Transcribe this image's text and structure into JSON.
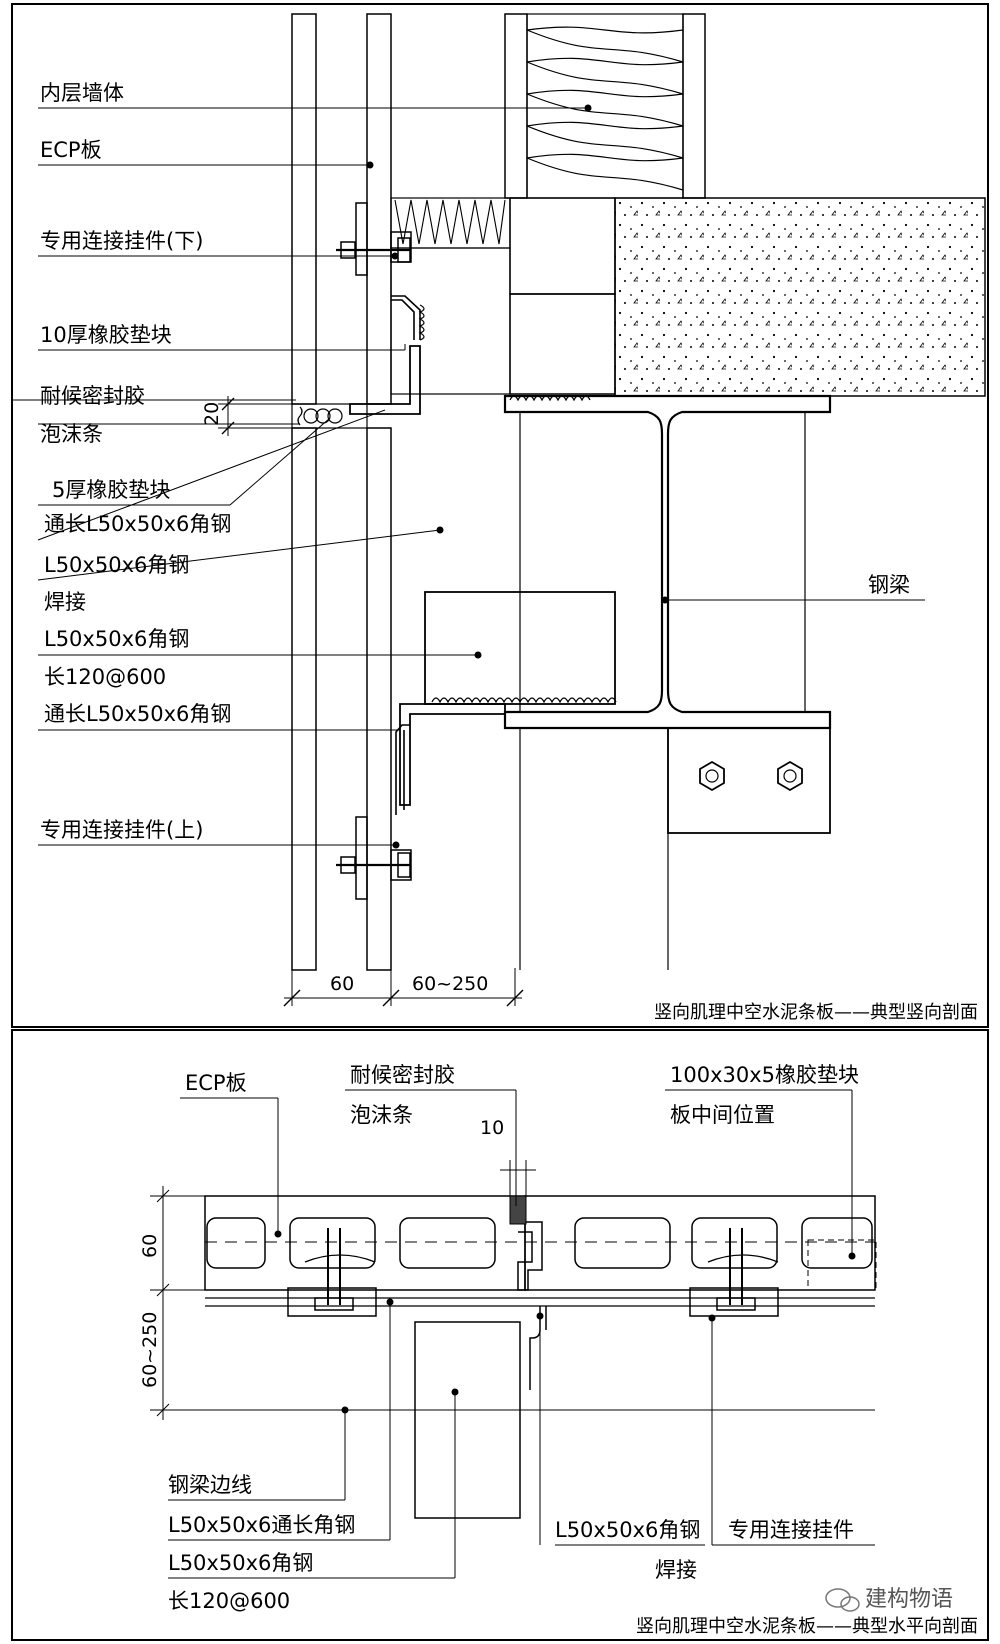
{
  "top_section": {
    "caption": "竖向肌理中空水泥条板——典型竖向剖面",
    "labels": {
      "inner_wall": "内层墙体",
      "ecp_panel": "ECP板",
      "connector_lower": "专用连接挂件(下)",
      "rubber_pad_10": "10厚橡胶垫块",
      "sealant": "耐候密封胶",
      "dim_20": "20",
      "foam_strip": "泡沫条",
      "rubber_pad_5": "5厚橡胶垫块",
      "angle_through_1": "通长L50x50x6角钢",
      "angle_1": "L50x50x6角钢",
      "weld": "焊接",
      "angle_2": "L50x50x6角钢",
      "angle_length": "长120@600",
      "angle_through_2": "通长L50x50x6角钢",
      "connector_upper": "专用连接挂件(上)",
      "steel_beam": "钢梁",
      "dim_60": "60",
      "dim_60_250": "60~250"
    }
  },
  "bottom_section": {
    "caption": "竖向肌理中空水泥条板——典型水平向剖面",
    "labels": {
      "ecp_panel": "ECP板",
      "sealant": "耐候密封胶",
      "foam_strip": "泡沫条",
      "dim_10": "10",
      "rubber_pad": "100x30x5橡胶垫块",
      "pad_position": "板中间位置",
      "dim_60": "60",
      "dim_60_250": "60~250",
      "beam_edge": "钢梁边线",
      "angle_through": "L50x50x6通长角钢",
      "angle": "L50x50x6角钢",
      "angle_length": "长120@600",
      "angle_weld": "L50x50x6角钢",
      "weld": "焊接",
      "connector": "专用连接挂件"
    }
  },
  "watermark": "建构物语",
  "colors": {
    "line": "#000000",
    "background": "#ffffff"
  }
}
